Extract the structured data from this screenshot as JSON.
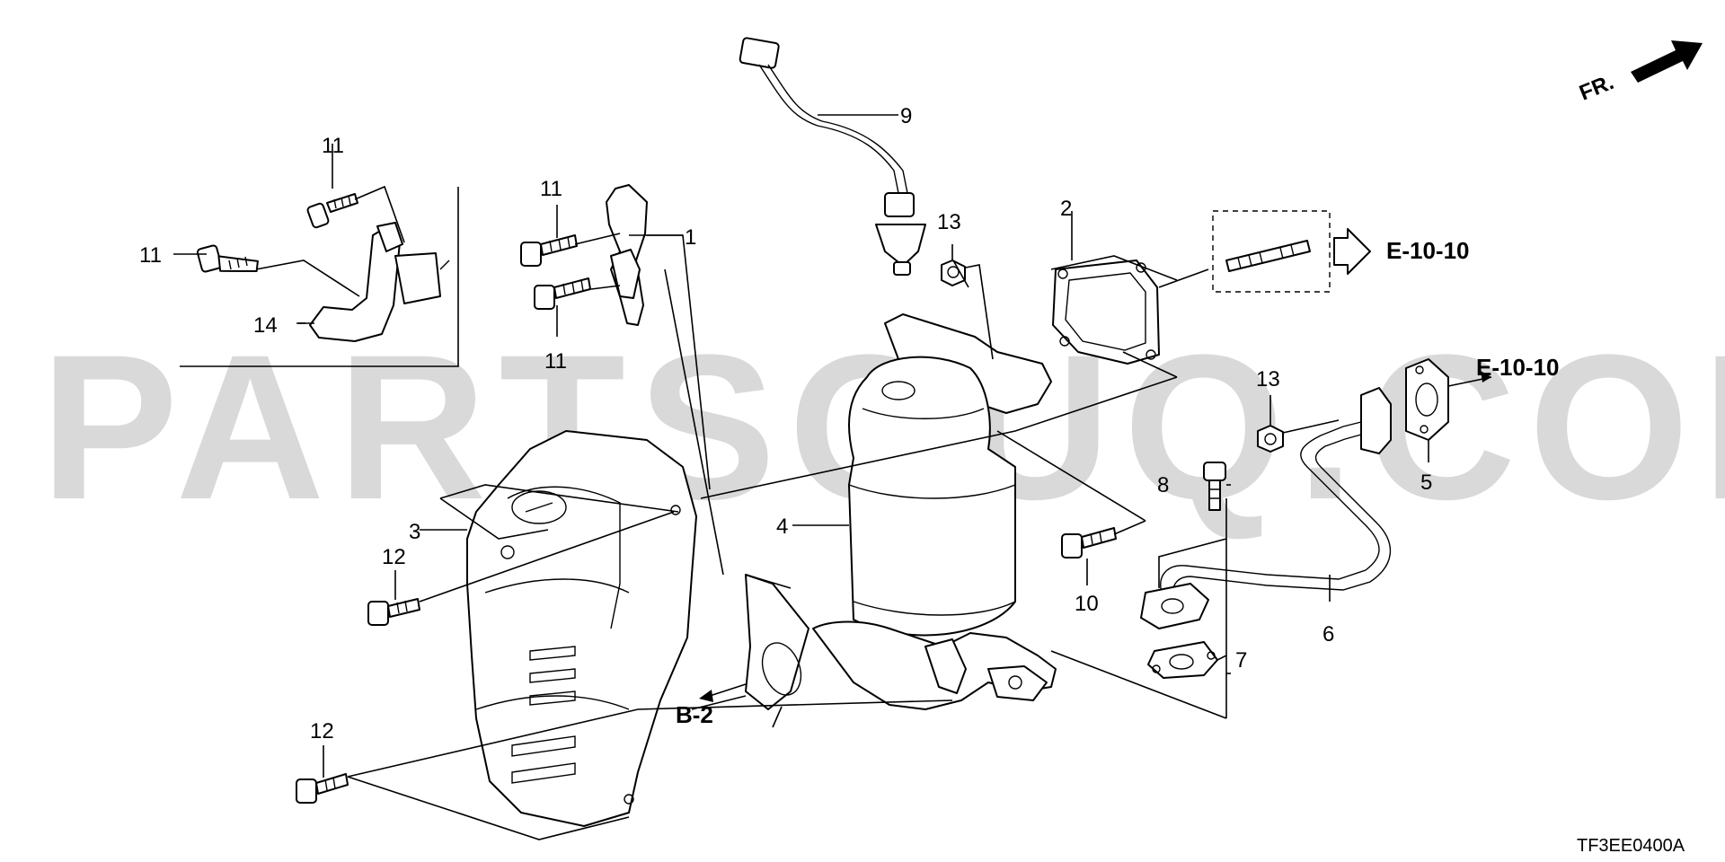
{
  "watermark": "PARTSOUQ.COM",
  "diagram_code": "TF3EE0400A",
  "front_indicator": "FR.",
  "references": {
    "e_10_10_top": "E-10-10",
    "e_10_10_right": "E-10-10",
    "b_2": "B-2"
  },
  "callouts": {
    "p1": "1",
    "p2": "2",
    "p3": "3",
    "p4": "4",
    "p5": "5",
    "p6": "6",
    "p7": "7",
    "p8": "8",
    "p9": "9",
    "p10": "10",
    "p11a": "11",
    "p11b": "11",
    "p11c": "11",
    "p11d": "11",
    "p12a": "12",
    "p12b": "12",
    "p13a": "13",
    "p13b": "13",
    "p14": "14"
  },
  "colors": {
    "line": "#000000",
    "watermark": "#d9d9d9",
    "background": "#ffffff"
  }
}
